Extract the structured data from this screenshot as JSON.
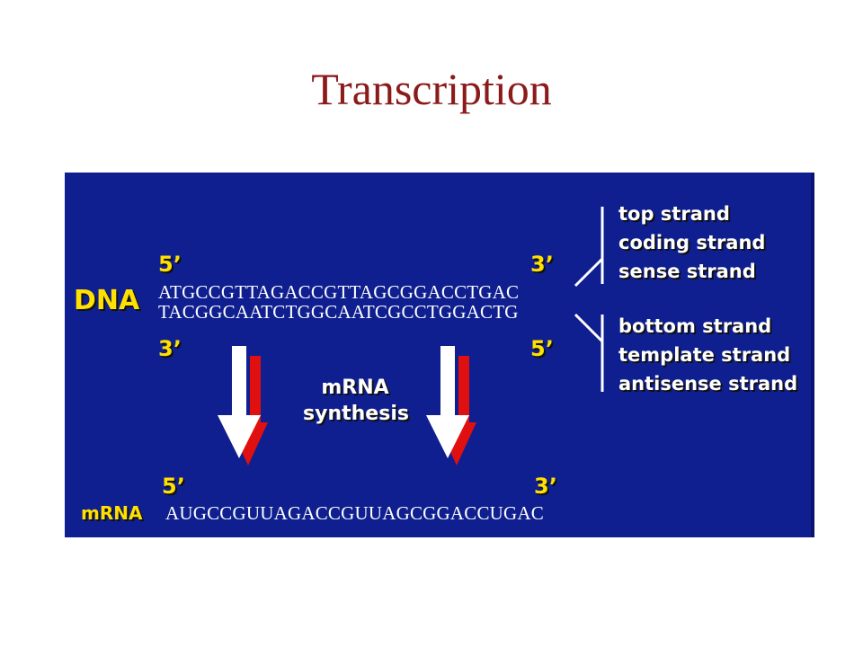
{
  "title": "Transcription",
  "dna": {
    "label": "DNA",
    "top_five_prime": "5’",
    "top_three_prime": "3’",
    "top_sequence": "ATGCCGTTAGACCGTTAGCGGACCTGAC",
    "bottom_sequence": "TACGGCAATCTGGCAATCGCCTGGACTG",
    "bottom_three_prime": "3’",
    "bottom_five_prime": "5’"
  },
  "top_strand_names": [
    "top strand",
    "coding strand",
    "sense strand"
  ],
  "bottom_strand_names": [
    "bottom strand",
    "template strand",
    "antisense strand"
  ],
  "process": {
    "line1": "mRNA",
    "line2": "synthesis"
  },
  "mrna": {
    "label": "mRNA",
    "five_prime": "5’",
    "three_prime": "3’",
    "sequence": "AUGCCGUUAGACCGUUAGCGGACCUGAC"
  },
  "colors": {
    "title": "#8b1a1a",
    "panel": "#0f1f8f",
    "prime_labels": "#ffe000",
    "arrow_shadow": "#e01010"
  }
}
